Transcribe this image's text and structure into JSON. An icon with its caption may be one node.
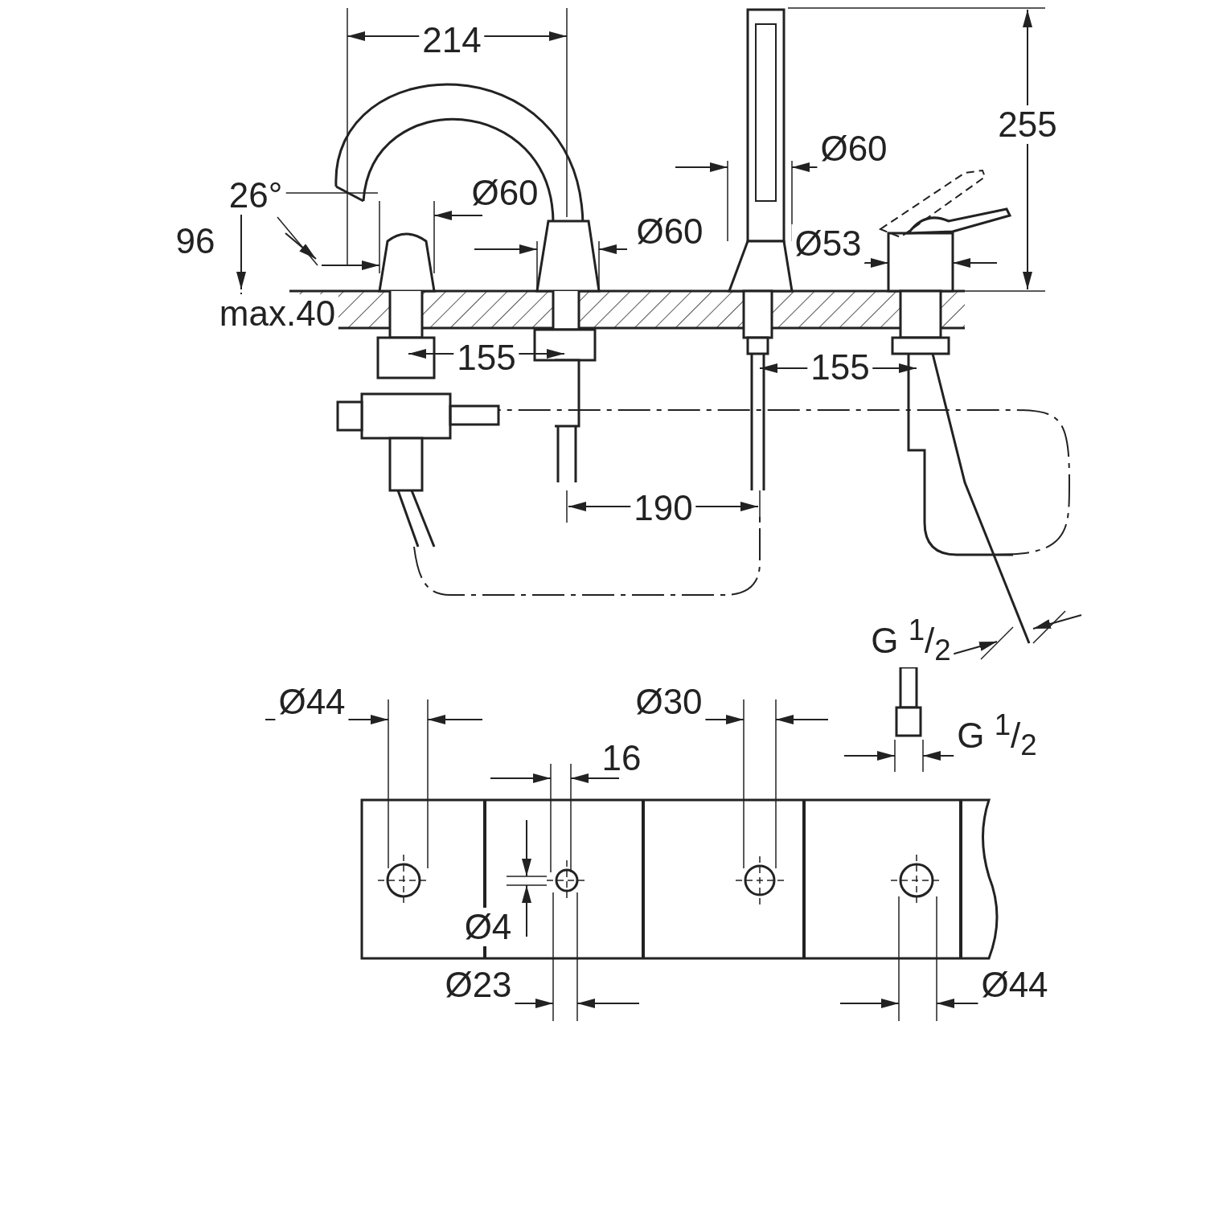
{
  "diagram": {
    "labels": [
      "214",
      "255",
      "Ø60",
      "26°",
      "Ø60",
      "96",
      "Ø60",
      "Ø53",
      "max.40",
      "155",
      "155",
      "190",
      "G $^{1}$/$_{2}$",
      "Ø44",
      "Ø30",
      "16",
      "G $^{1}$/$_{2}$",
      "Ø4",
      "Ø23",
      "Ø44"
    ]
  }
}
